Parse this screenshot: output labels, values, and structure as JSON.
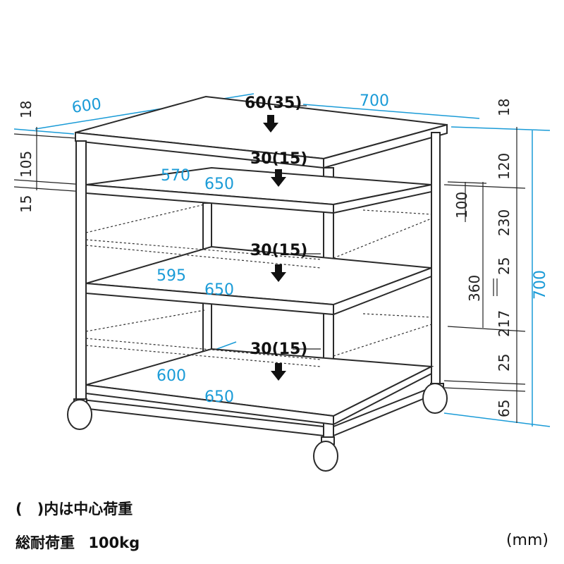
{
  "loads": {
    "top": "60(35)",
    "shelf1": "30(15)",
    "shelf2": "30(15)",
    "shelf3": "30(15)"
  },
  "dimensions_blue": {
    "depth_top": "600",
    "width_top": "700",
    "shelf1_depth": "570",
    "shelf1_width": "650",
    "shelf2_depth": "595",
    "shelf2_width": "650",
    "shelf3_depth": "600",
    "shelf3_width": "650",
    "total_height": "700"
  },
  "dimensions_left": {
    "top_thickness": "18",
    "gap_top": "105",
    "shelf_thickness": "15"
  },
  "dimensions_right": {
    "top_thickness": "18",
    "upper_gap": "120",
    "upper_space": "230",
    "adjust_range_1": "100",
    "shelf_thick_1": "25",
    "middle_space": "360",
    "lower_space": "217",
    "shelf_thick_2": "25",
    "floor_clearance": "65"
  },
  "notes": {
    "center_load": "(　)内は中心荷重",
    "total_load": "総耐荷重",
    "total_load_value": "100kg",
    "unit": "(mm)"
  },
  "colors": {
    "dimension_blue": "#1a9bd7",
    "outline": "#2a2a2a"
  }
}
